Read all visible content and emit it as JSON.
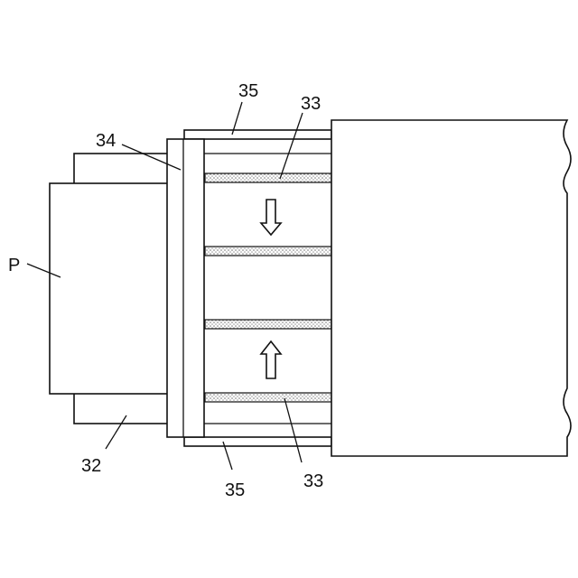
{
  "labels": {
    "p": "P",
    "l32": "32",
    "l33_top": "33",
    "l33_bottom": "33",
    "l34": "34",
    "l35_top": "35",
    "l35_bottom": "35"
  },
  "arrows": {
    "top": "down",
    "bottom": "up"
  },
  "colors": {
    "stroke": "#111111",
    "stipple": "#8a8a8a",
    "background": "#ffffff"
  }
}
